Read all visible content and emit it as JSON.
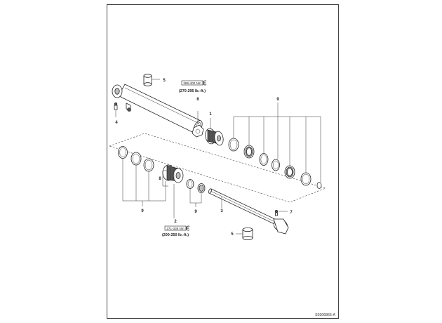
{
  "labels": {
    "l1": "1",
    "l2": "2",
    "l3": "3",
    "l4": "4",
    "l5_top": "5",
    "l5_bottom": "5",
    "l6": "6",
    "l7": "7",
    "l8": "8",
    "l9_right": "9",
    "l9_left": "9",
    "l9_mid": "9"
  },
  "torque_top": {
    "box": "366-400 Nm",
    "note": "(270-295 lb.-ft.)"
  },
  "torque_bottom": {
    "box": "271-339 Nm",
    "note": "(200-250 lb.-ft.)"
  },
  "reference_code": "S0306866-A"
}
